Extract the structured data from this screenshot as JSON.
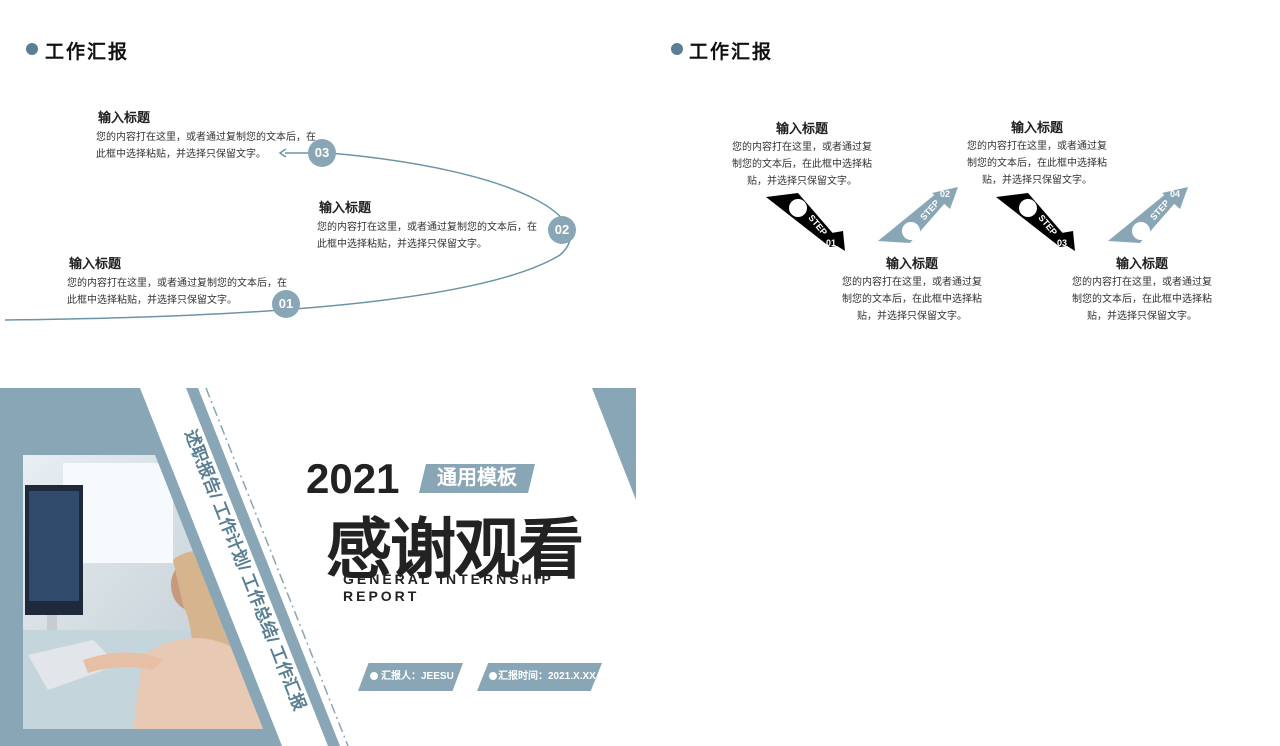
{
  "slide1": {
    "title": "工作汇报",
    "items": [
      {
        "num": "01",
        "title": "输入标题",
        "body": "您的内容打在这里，或者通过复制您的文本后，在此框中选择粘贴，并选择只保留文字。"
      },
      {
        "num": "02",
        "title": "输入标题",
        "body": "您的内容打在这里，或者通过复制您的文本后，在此框中选择粘贴，并选择只保留文字。"
      },
      {
        "num": "03",
        "title": "输入标题",
        "body": "您的内容打在这里，或者通过复制您的文本后，在此框中选择粘贴，并选择只保留文字。"
      }
    ]
  },
  "slide2": {
    "title": "工作汇报",
    "step_word": "STEP",
    "items": [
      {
        "num": "01",
        "title": "输入标题",
        "body": "您的内容打在这里，或者通过复制您的文本后，在此框中选择粘贴，并选择只保留文字。"
      },
      {
        "num": "02",
        "title": "输入标题",
        "body": "您的内容打在这里，或者通过复制您的文本后，在此框中选择粘贴，并选择只保留文字。"
      },
      {
        "num": "03",
        "title": "输入标题",
        "body": "您的内容打在这里，或者通过复制您的文本后，在此框中选择粘贴，并选择只保留文字。"
      },
      {
        "num": "04",
        "title": "输入标题",
        "body": "您的内容打在这里，或者通过复制您的文本后，在此框中选择粘贴，并选择只保留文字。"
      }
    ]
  },
  "slide3": {
    "year": "2021",
    "badge": "通用模板",
    "headline": "感谢观看",
    "subtitle_line1": "GENERAL INTERNSHIP",
    "subtitle_line2": "REPORT",
    "diagonal_text": "述职报告/ 工作计划/ 工作总结/ 工作汇报",
    "reporter": "汇报人：JEESU",
    "report_time": "汇报时间：2021.X.XX"
  },
  "colors": {
    "accent": "#88a6b6",
    "accent_dark": "#5a7e93",
    "black": "#000000"
  }
}
